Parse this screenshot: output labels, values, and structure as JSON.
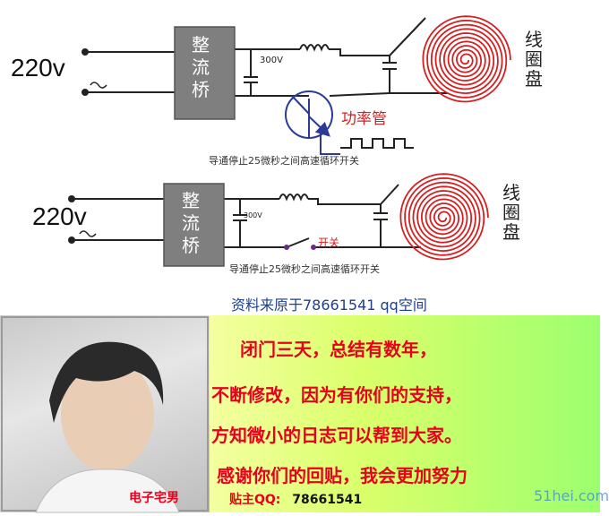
{
  "top_circuit": {
    "voltage": "220v",
    "rectifier": [
      "整",
      "流",
      "桥"
    ],
    "cap_voltage": "300V",
    "transistor_label": "功率管",
    "coil_label": [
      "线",
      "圈",
      "盘"
    ],
    "caption": "导通停止25微秒之间高速循环开关"
  },
  "bottom_circuit": {
    "voltage": "220v",
    "rectifier": [
      "整",
      "流",
      "桥"
    ],
    "cap_voltage": "300V",
    "switch_label": "开关",
    "coil_label": [
      "线",
      "圈",
      "盘"
    ],
    "caption": "导通停止25微秒之间高速循环开关"
  },
  "source_note": "资料来原于78661541 qq空间",
  "banner": {
    "lines": [
      "闭门三天，总结有数年，",
      "不断修改，因为有你们的支持，",
      "方知微小的日志可以帮到大家。",
      "感谢你们的回贴，我会更加努力"
    ],
    "nickname": "电子宅男",
    "poster_label": "贴主QQ:",
    "poster_qq": "78661541",
    "watermark": "51hei.com"
  },
  "colors": {
    "wire": "#222222",
    "rectifier_fill": "#7f7f7f",
    "rectifier_text": "#ffffff",
    "coil": "#d42020",
    "transistor": "#2b3a9a",
    "transistor_label": "#d42020",
    "switch_label": "#d42020",
    "banner_text": "#e8001c"
  }
}
